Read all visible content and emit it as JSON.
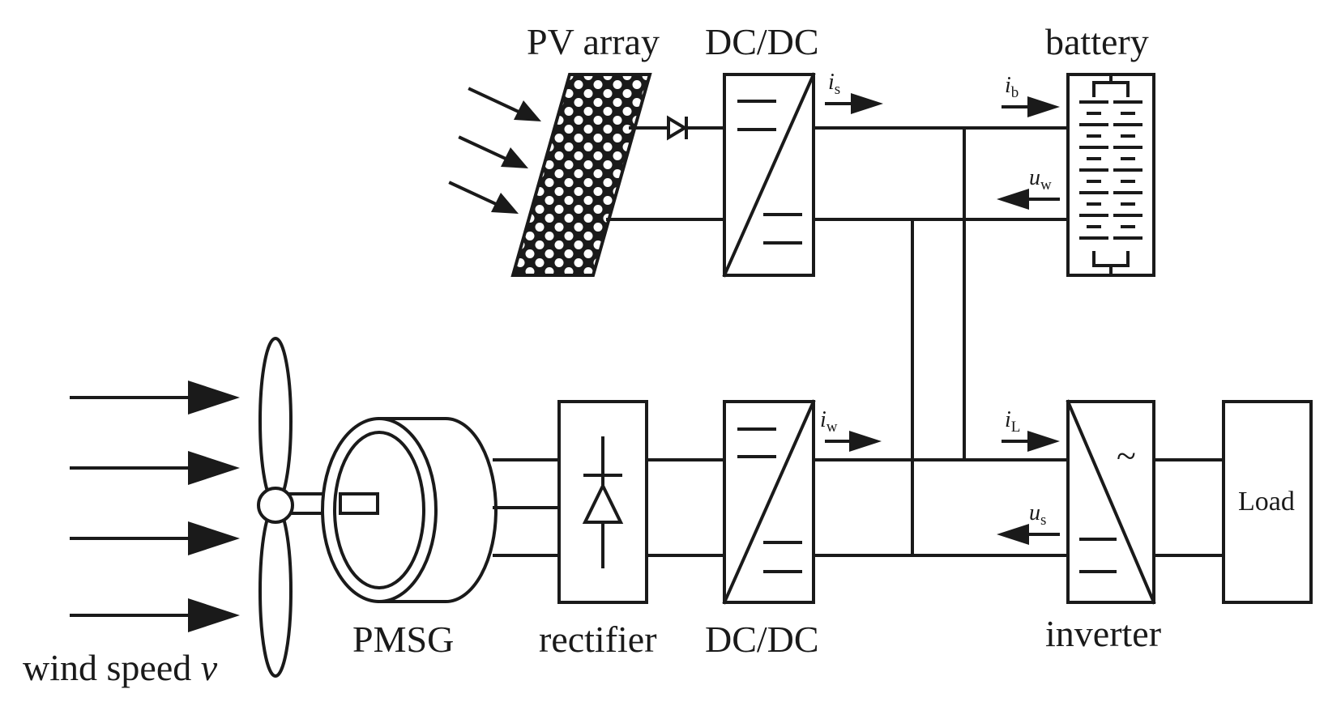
{
  "labels": {
    "pv_array": "PV array",
    "dcdc_top": "DC/DC",
    "battery": "battery",
    "pmsg": "PMSG",
    "rectifier": "rectifier",
    "dcdc_bottom": "DC/DC",
    "inverter": "inverter",
    "load": "Load",
    "wind_speed": "wind speed ",
    "wind_speed_symbol": "v",
    "inverter_symbol": "~"
  },
  "signals": {
    "is": {
      "symbol": "i",
      "sub": "s"
    },
    "ib": {
      "symbol": "i",
      "sub": "b"
    },
    "uw": {
      "symbol": "u",
      "sub": "w"
    },
    "iw": {
      "symbol": "i",
      "sub": "w"
    },
    "iL": {
      "symbol": "i",
      "sub": "L"
    },
    "us": {
      "symbol": "u",
      "sub": "s"
    }
  }
}
